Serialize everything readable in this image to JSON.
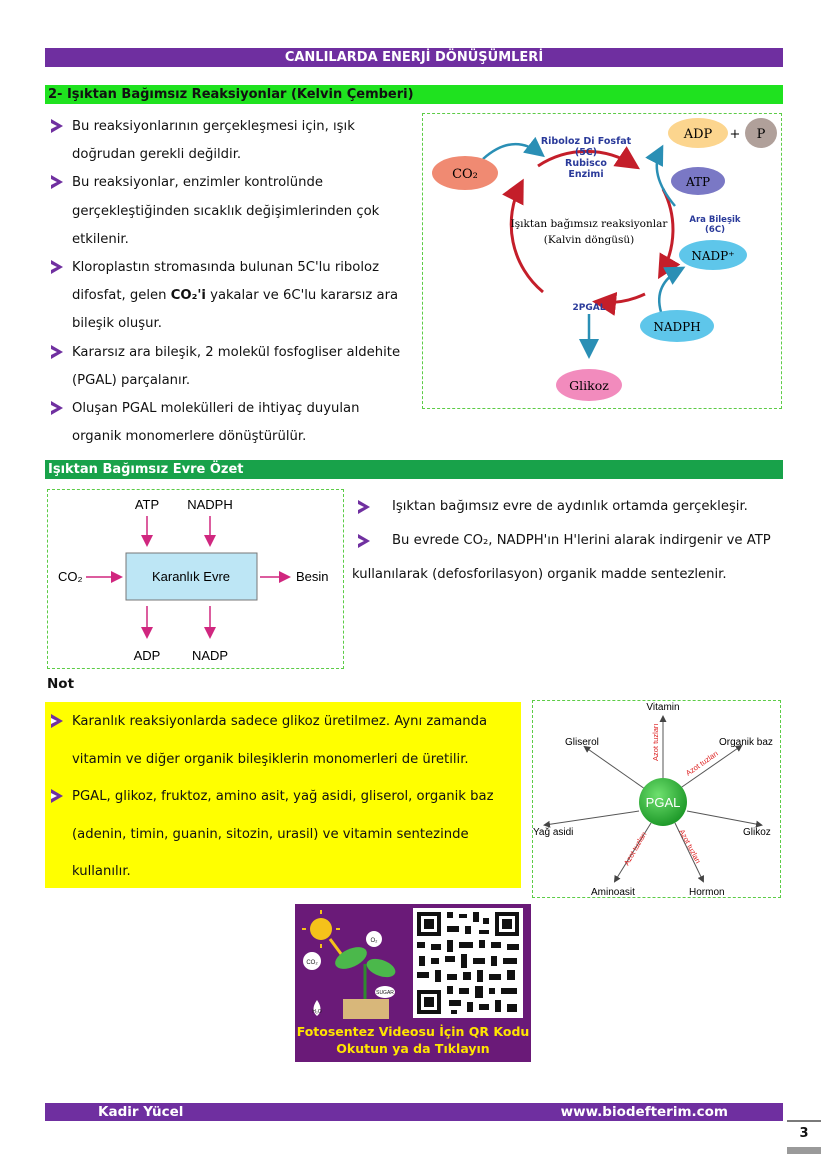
{
  "header": {
    "title": "CANLILARDA ENERJİ DÖNÜŞÜMLERİ"
  },
  "section1": {
    "title": "2- Işıktan Bağımsız Reaksiyonlar (Kelvin Çemberi)",
    "bullets": [
      {
        "lines": [
          "Bu reaksiyonlarının gerçekleşmesi için, ışık",
          "doğrudan gerekli değildir."
        ]
      },
      {
        "lines": [
          "Bu reaksiyonlar, enzimler kontrolünde",
          "gerçekleştiğinden sıcaklık değişimlerinden çok",
          "etkilenir."
        ]
      },
      {
        "pre": "Kloroplastın stromasında bulunan 5C'lu riboloz",
        "mid_pre": "difosfat, gelen ",
        "bold": "CO₂'i",
        "mid_post": " yakalar ve 6C'lu kararsız ara",
        "post": "bileşik oluşur."
      },
      {
        "lines": [
          "Kararsız ara bileşik, 2 molekül fosfogliser aldehite",
          "(PGAL) parçalanır."
        ]
      },
      {
        "lines": [
          "Oluşan PGAL molekülleri de ihtiyaç duyulan",
          "organik monomerlere dönüştürülür."
        ]
      }
    ]
  },
  "calvin_diagram": {
    "co2": "CO₂",
    "rubp": "Riboloz Di Fosfat",
    "rubp_c": "(5C)",
    "rubisco": "Rubisco",
    "enzyme": "Enzimi",
    "adp": "ADP",
    "plus": "+",
    "p": "P",
    "atp": "ATP",
    "intermediate": "Ara Bileşik",
    "intermediate_c": "(6C)",
    "center1": "Işıktan bağımsız reaksiyonlar",
    "center2": "(Kalvin döngüsü)",
    "nadp": "NADP⁺",
    "nadph": "NADPH",
    "pgal": "2PGAL",
    "glucose": "Glikoz"
  },
  "section2": {
    "title": "Işıktan Bağımsız Evre Özet",
    "diagram": {
      "atp": "ATP",
      "nadph": "NADPH",
      "co2": "CO₂",
      "box": "Karanlık Evre",
      "output": "Besin",
      "adp": "ADP",
      "nadp": "NADP"
    },
    "b1": "Işıktan bağımsız evre de aydınlık ortamda gerçekleşir.",
    "b2": "Bu evrede CO₂, NADPH'ın H'lerini alarak indirgenir ve ATP",
    "b2_cont": "kullanılarak (defosforilasyon) organik madde sentezlenir."
  },
  "note": {
    "label": "Not",
    "lines": [
      "Karanlık reaksiyonlarda sadece glikoz üretilmez. Aynı zamanda",
      "vitamin ve diğer organik bileşiklerin monomerleri de üretilir.",
      "PGAL, glikoz, fruktoz, amino asit, yağ asidi, gliserol, organik baz",
      "(adenin, timin, guanin, sitozin, urasil) ve vitamin sentezinde",
      "kullanılır."
    ]
  },
  "pgal_diagram": {
    "center": "PGAL",
    "vitamin": "Vitamin",
    "gliserol": "Gliserol",
    "organik_baz": "Organik baz",
    "yag_asidi": "Yağ asidi",
    "glikoz": "Glikoz",
    "aminoasit": "Aminoasit",
    "hormon": "Hormon",
    "azot": "Azot tuzları"
  },
  "qr": {
    "caption1": "Fotosentez Videosu İçin QR Kodu",
    "caption2": "Okutun ya da Tıklayın",
    "o2": "O₂",
    "co2": "CO₂",
    "h2o": "H₂O",
    "sugar": "SUGAR"
  },
  "footer": {
    "author": "Kadir Yücel",
    "site": "www.biodefterim.com",
    "page": "3"
  },
  "colors": {
    "purple": "#6f2fa0",
    "green": "#1fe21f",
    "dark_green": "#18a24a",
    "yellow": "#ffff00"
  }
}
